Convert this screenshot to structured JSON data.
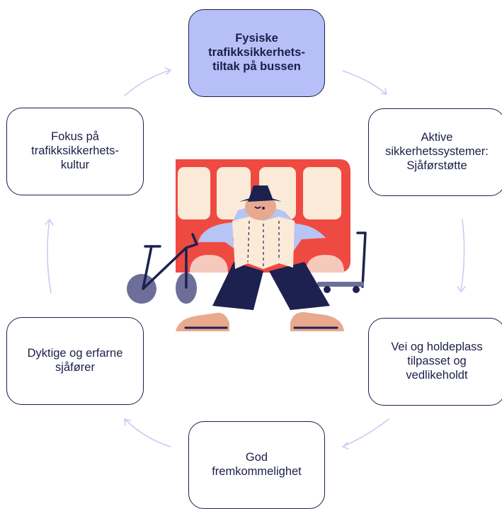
{
  "diagram": {
    "nodes": [
      {
        "id": "top",
        "label": "Fysiske\ntrafikksikkerhets-\ntiltak på bussen",
        "highlighted": true
      },
      {
        "id": "right-top",
        "label": "Aktive\nsikkerhetssystemer:\nSjåførstøtte",
        "highlighted": false
      },
      {
        "id": "right-bottom",
        "label": "Vei og holdeplass\ntilpasset og\nvedlikeholdt",
        "highlighted": false
      },
      {
        "id": "bottom",
        "label": "God\nfremkommelighet",
        "highlighted": false
      },
      {
        "id": "left-bottom",
        "label": "Dyktige og erfarne\nsjåfører",
        "highlighted": false
      },
      {
        "id": "left-top",
        "label": "Fokus på\ntrafikksikkerhets-\nkultur",
        "highlighted": false
      }
    ],
    "cycle_direction": "clockwise",
    "colors": {
      "node_border": "#1b1f4a",
      "node_text": "#1b1f4a",
      "highlight_fill": "#b7bff8",
      "arrow": "#c9cdf3",
      "bus": "#ef4a42",
      "bus_windows": "#fbead7",
      "person_shirt": "#b8c4f4",
      "person_pants": "#1c2150",
      "person_skin": "#e8a98e",
      "map": "#fbead7",
      "bike_wheels": "#6d6f9a"
    },
    "illustration": "person-reading-map-in-front-of-bus-illustration"
  }
}
